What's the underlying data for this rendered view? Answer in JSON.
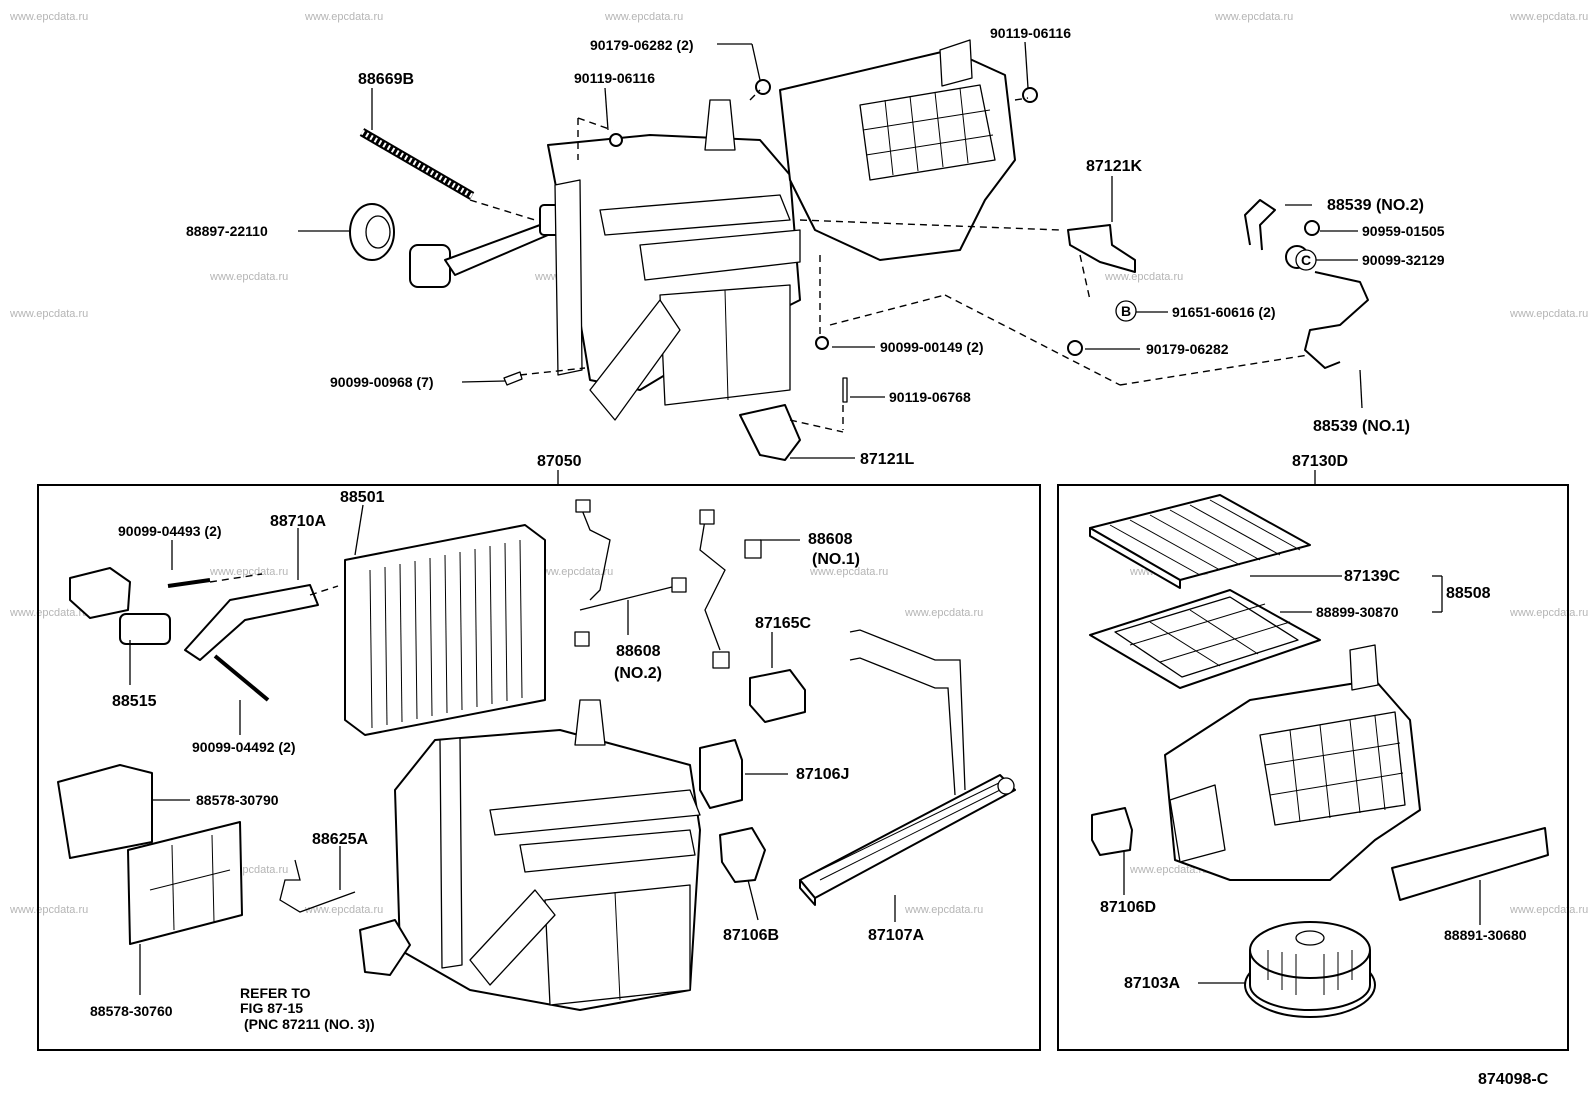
{
  "watermarks": [
    "www.epcdata.ru"
  ],
  "diagram_code": "874098-C",
  "assemblies": {
    "hvac_unit": {
      "label": "87050"
    },
    "blower_unit": {
      "label": "87130D"
    }
  },
  "callouts": {
    "c88669B": "88669B",
    "c90179_06282_2": "90179-06282 (2)",
    "c90119_06116_a": "90119-06116",
    "c90119_06116_b": "90119-06116",
    "c88897_22110": "88897-22110",
    "c87121K": "87121K",
    "c88539_no2": "88539 (NO.2)",
    "c90959_01505": "90959-01505",
    "c90099_32129": "90099-32129",
    "c91651_60616": "91651-60616 (2)",
    "c90179_06282": "90179-06282",
    "c90099_00149": "90099-00149 (2)",
    "c90099_00968": "90099-00968 (7)",
    "c90119_06768": "90119-06768",
    "c88539_no1": "88539 (NO.1)",
    "c87121L": "87121L",
    "c88501": "88501",
    "c90099_04493": "90099-04493 (2)",
    "c88710A": "88710A",
    "c88515": "88515",
    "c90099_04492": "90099-04492 (2)",
    "c88608_no1_a": "88608",
    "c88608_no1_b": "(NO.1)",
    "c88608_no2_a": "88608",
    "c88608_no2_b": "(NO.2)",
    "c87165C": "87165C",
    "c87106J": "87106J",
    "c87106B": "87106B",
    "c87107A": "87107A",
    "c88578_30790": "88578-30790",
    "c88625A": "88625A",
    "c88578_30760": "88578-30760",
    "refer_line1": "REFER TO",
    "refer_line2": "FIG 87-15",
    "refer_line3": "(PNC 87211 (NO. 3))",
    "c87139C": "87139C",
    "c88508": "88508",
    "c88899_30870": "88899-30870",
    "c87106D": "87106D",
    "c88891_30680": "88891-30680",
    "c87103A": "87103A"
  },
  "markers": {
    "b": "B",
    "c": "C"
  }
}
